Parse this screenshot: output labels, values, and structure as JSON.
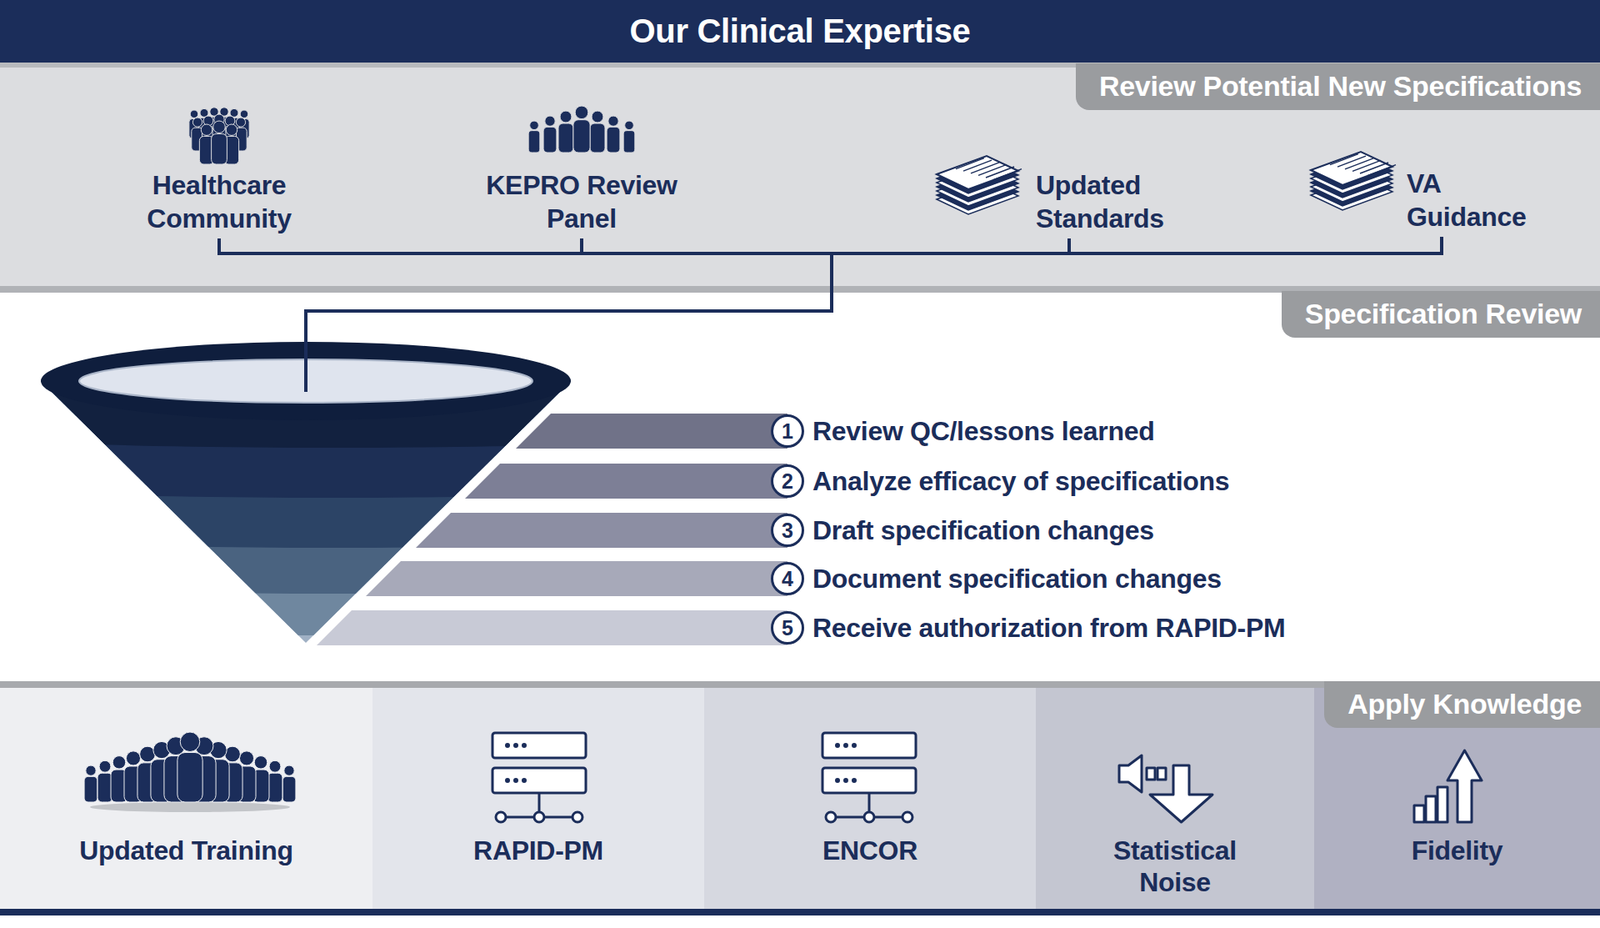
{
  "diagram": {
    "title": "Our Clinical Expertise",
    "nodes": [
      {
        "text": [
          "Review Potential New Specifications"
        ]
      },
      {
        "text": [
          "Healthcare Community"
        ],
        "in": 0
      },
      {
        "text": [
          "KEPRO Review Panel"
        ],
        "in": 0
      },
      {
        "text": [
          "Updated Standards"
        ],
        "in": 0
      },
      {
        "text": [
          "VA Guidance"
        ],
        "in": 0
      },
      {
        "text": [
          "Specification Review"
        ]
      },
      {
        "text": [
          "1",
          "Review QC/lessons learned"
        ],
        "in": 5
      },
      {
        "text": [
          "2",
          "Analyze efficacy of specifications"
        ],
        "in": 5
      },
      {
        "text": [
          "3",
          "Draft specification changes"
        ],
        "in": 5
      },
      {
        "text": [
          "4",
          "Document specification changes"
        ],
        "in": 5
      },
      {
        "text": [
          "5",
          "Receive authorization from RAPID-PM"
        ],
        "in": 5
      },
      {
        "text": [
          "Apply Knowledge"
        ]
      },
      {
        "text": [
          "Updated Training"
        ],
        "in": 11
      },
      {
        "text": [
          "RAPID-PM"
        ],
        "in": 11
      },
      {
        "text": [
          "ENCOR"
        ],
        "in": 11
      },
      {
        "text": [
          "Statistical Noise"
        ],
        "in": 11
      },
      {
        "text": [
          "Fidelity"
        ],
        "in": 11
      }
    ],
    "edges": [
      {
        "from": 1,
        "to": 5,
        "arrow": "none"
      },
      {
        "from": 2,
        "to": 5,
        "arrow": "none"
      },
      {
        "from": 3,
        "to": 5,
        "arrow": "none"
      },
      {
        "from": 4,
        "to": 5,
        "arrow": "none"
      }
    ]
  }
}
